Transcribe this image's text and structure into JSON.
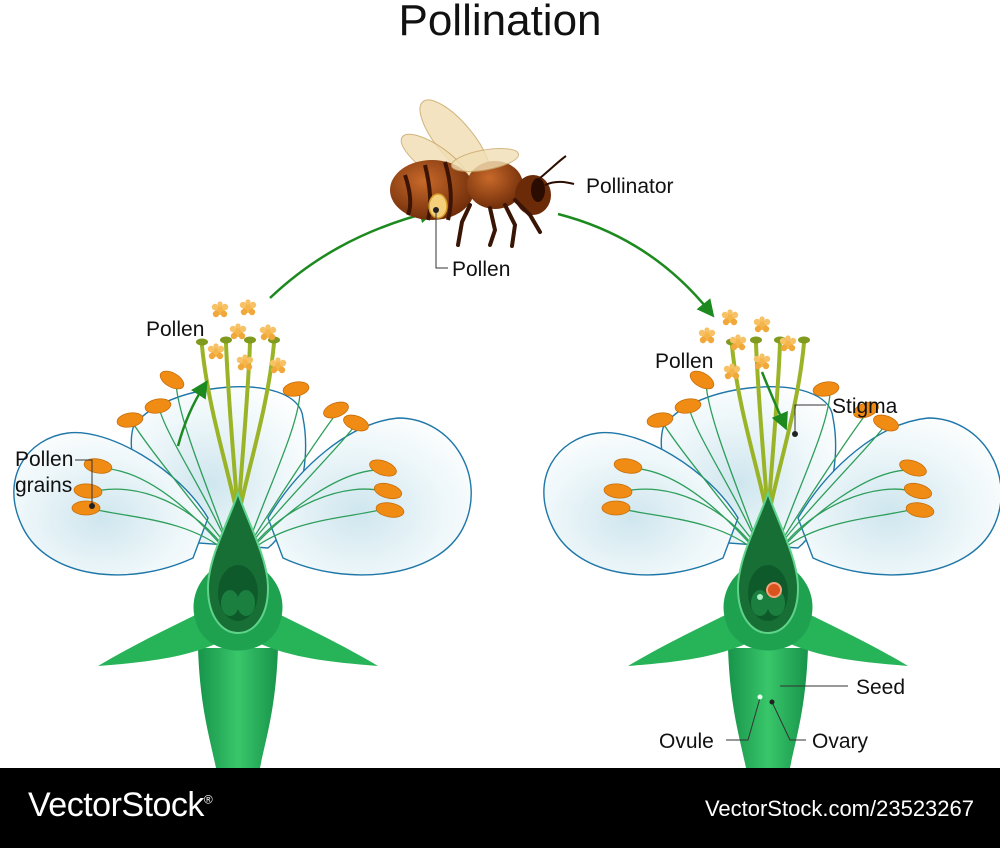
{
  "title": "Pollination",
  "labels": {
    "pollinator": "Pollinator",
    "pollen_bee": "Pollen",
    "pollen_left": "Pollen",
    "pollen_right": "Pollen",
    "pollen_grains_line1": "Pollen",
    "pollen_grains_line2": "grains",
    "stigma": "Stigma",
    "seed": "Seed",
    "ovule": "Ovule",
    "ovary": "Ovary"
  },
  "footer": {
    "brand": "VectorStock",
    "reg_mark": "®",
    "url": "VectorStock.com/23523267"
  },
  "colors": {
    "petal_fill": "#f3fafc",
    "petal_edge": "#1f77a8",
    "stem": "#1faa4a",
    "anther": "#f08c14",
    "filament": "#2e9e5a",
    "pistil": "#9bb427",
    "arrow": "#1d8a1f",
    "pollen": "#f5b54a",
    "bee_body": "#8a3a10",
    "seed": "#d9531e"
  },
  "icons": [
    "bee-icon",
    "flower-icon",
    "pollen-grain-icon",
    "arrow-icon"
  ]
}
